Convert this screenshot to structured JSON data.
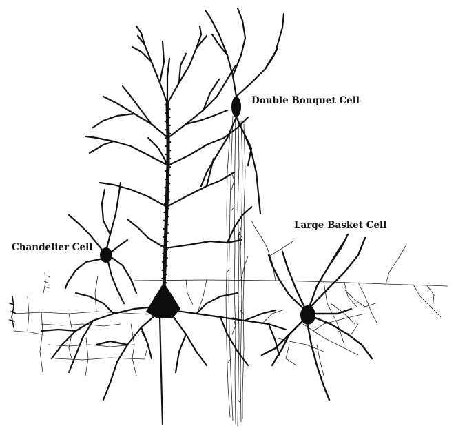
{
  "labels": {
    "double_bouquet": "Double Bouquet Cell",
    "large_basket": "Large Basket Cell",
    "chandelier": "Chandelier Cell"
  }
}
